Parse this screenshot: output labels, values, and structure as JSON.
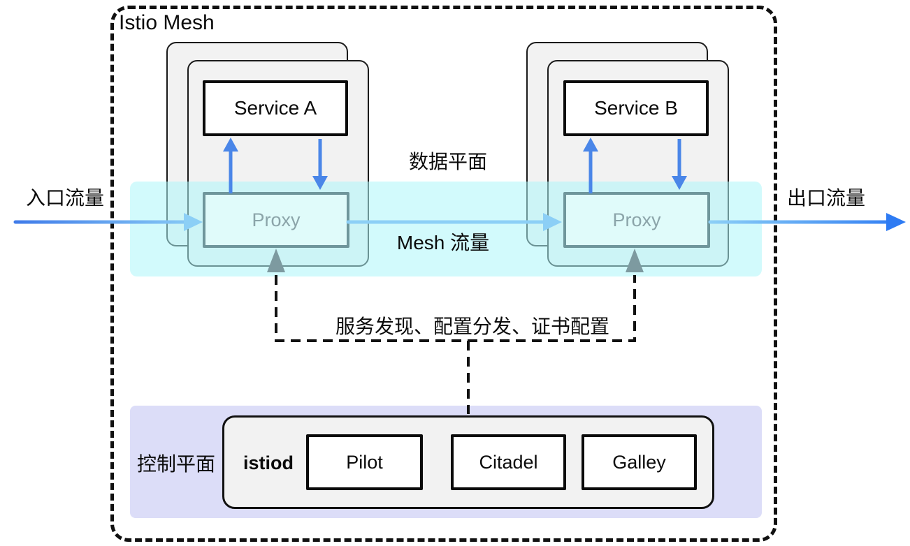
{
  "diagram": {
    "title": "Istio Mesh",
    "nodes": {
      "service_a": "Service A",
      "service_b": "Service B",
      "proxy_a": "Proxy",
      "proxy_b": "Proxy",
      "istiod": "istiod",
      "pilot": "Pilot",
      "citadel": "Citadel",
      "galley": "Galley"
    },
    "labels": {
      "ingress_traffic": "入口流量",
      "egress_traffic": "出口流量",
      "data_plane": "数据平面",
      "mesh_traffic": "Mesh 流量",
      "control_functions": "服务发现、配置分发、证书配置",
      "control_plane": "控制平面"
    },
    "colors": {
      "arrow_blue_dark": "#2e7bf3",
      "arrow_blue_medium": "#4a86e8",
      "arrow_blue_light": "#8ccff6",
      "ingress_gradient_start": "#3f7be9",
      "gray_arrow": "#7d9aa0",
      "data_plane_band": "#d7fbfc",
      "control_plane_band": "#dcddf8",
      "pod_fill": "#f2f2f2",
      "proxy_fill": "#e0fbfa",
      "proxy_border": "#6f969b",
      "dashed_line": "#111111"
    }
  }
}
